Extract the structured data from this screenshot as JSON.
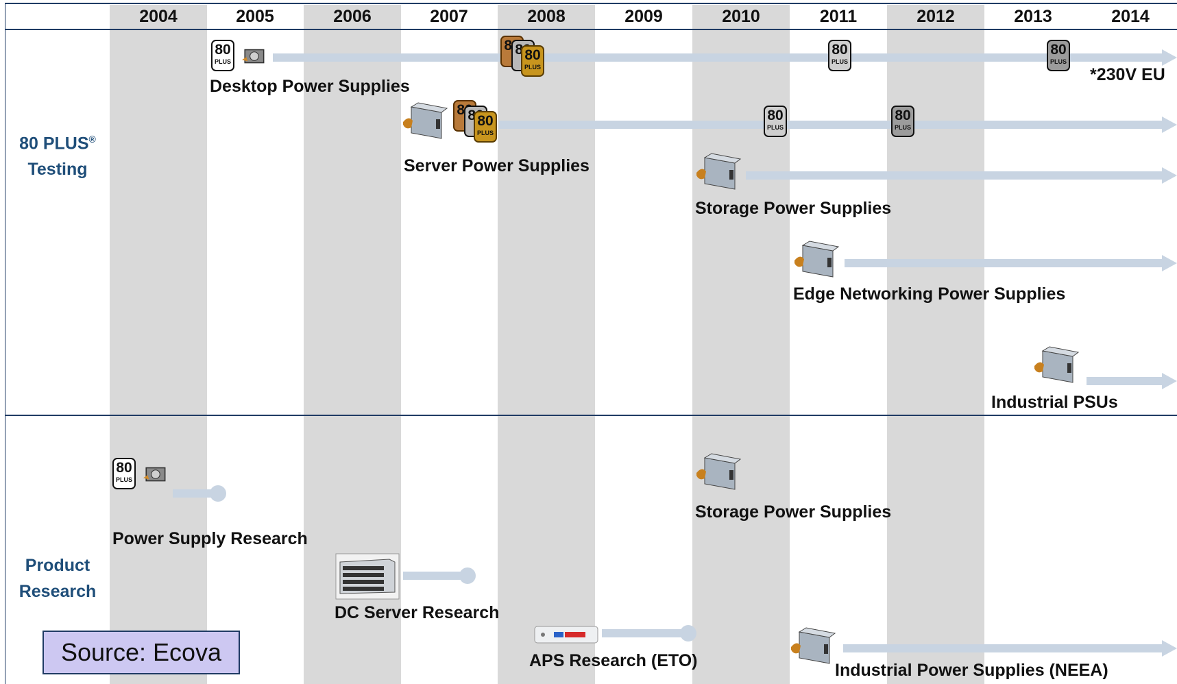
{
  "years": [
    "2004",
    "2005",
    "2006",
    "2007",
    "2008",
    "2009",
    "2010",
    "2011",
    "2012",
    "2013",
    "2014"
  ],
  "sections": {
    "testing": {
      "line1": "80 PLUS",
      "mark": "®",
      "line2": "Testing"
    },
    "research": {
      "line1": "Product",
      "line2": "Research"
    }
  },
  "badge_text": {
    "num": "80",
    "sub": "PLUS"
  },
  "testing_items": {
    "desktop": "Desktop Power Supplies",
    "desktop_note": "*230V EU",
    "server": "Server Power Supplies",
    "storage": "Storage Power Supplies",
    "edge": "Edge Networking Power Supplies",
    "industrial": "Industrial PSUs"
  },
  "research_items": {
    "psr": "Power Supply Research",
    "storage": "Storage Power Supplies",
    "dc": "DC Server Research",
    "aps": "APS Research (ETO)",
    "neea": "Industrial Power Supplies (NEEA)"
  },
  "source": "Source: Ecova",
  "colors": {
    "stripe": "#d9d9d9",
    "bar": "#c8d4e2",
    "section_label": "#1f4e79",
    "rule": "#1f3b64",
    "source_box": "#cdc8f2"
  }
}
